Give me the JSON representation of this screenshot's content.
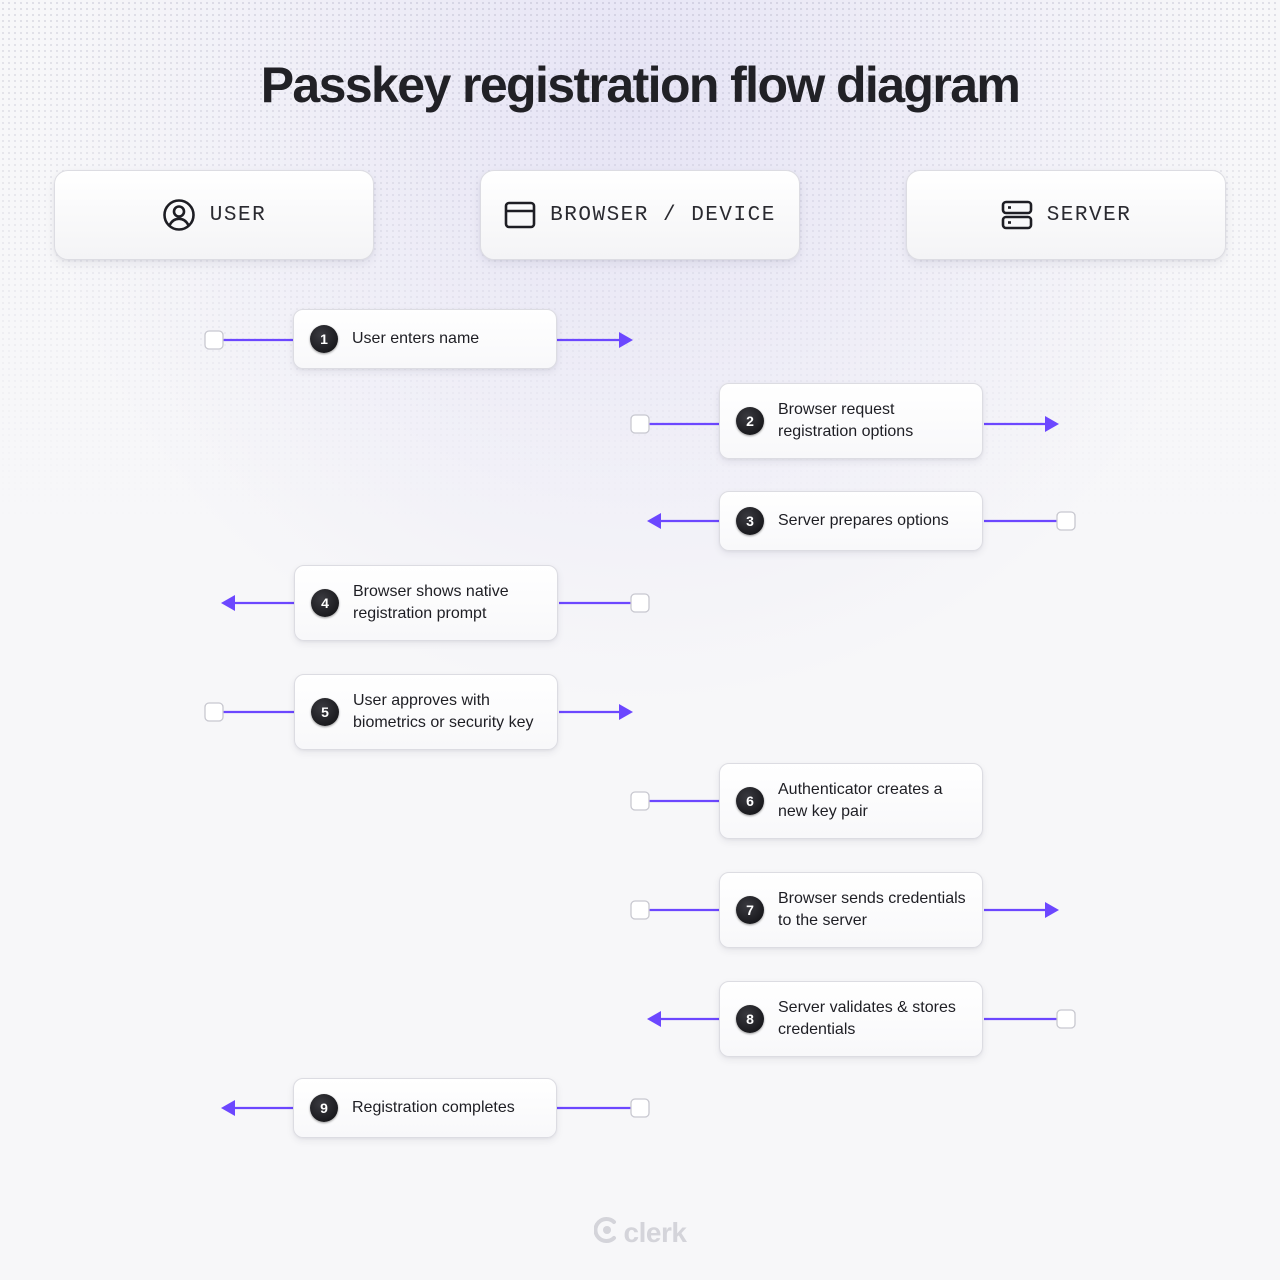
{
  "title": "Passkey registration flow diagram",
  "lanes": [
    {
      "label": "USER",
      "icon": "user-circle-icon"
    },
    {
      "label": "BROWSER / DEVICE",
      "icon": "browser-window-icon"
    },
    {
      "label": "SERVER",
      "icon": "server-icon"
    }
  ],
  "steps": [
    {
      "number": "1",
      "text": "User enters name",
      "from": "USER",
      "to": "BROWSER / DEVICE"
    },
    {
      "number": "2",
      "text": "Browser request registration options",
      "from": "BROWSER / DEVICE",
      "to": "SERVER"
    },
    {
      "number": "3",
      "text": "Server prepares options",
      "from": "SERVER",
      "to": "BROWSER / DEVICE"
    },
    {
      "number": "4",
      "text": "Browser shows native registration prompt",
      "from": "BROWSER / DEVICE",
      "to": "USER"
    },
    {
      "number": "5",
      "text": "User approves with biometrics or security key",
      "from": "USER",
      "to": "BROWSER / DEVICE"
    },
    {
      "number": "6",
      "text": "Authenticator creates a new key pair",
      "from": "BROWSER / DEVICE",
      "to": ""
    },
    {
      "number": "7",
      "text": "Browser sends credentials to the server",
      "from": "BROWSER / DEVICE",
      "to": "SERVER"
    },
    {
      "number": "8",
      "text": "Server validates & stores credentials",
      "from": "SERVER",
      "to": "BROWSER / DEVICE"
    },
    {
      "number": "9",
      "text": "Registration completes",
      "from": "BROWSER / DEVICE",
      "to": "USER"
    }
  ],
  "logo": {
    "text": "clerk"
  },
  "colors": {
    "arrow": "#6c47ff",
    "badge": "#111111",
    "lifeline": "#cfcfd6"
  }
}
